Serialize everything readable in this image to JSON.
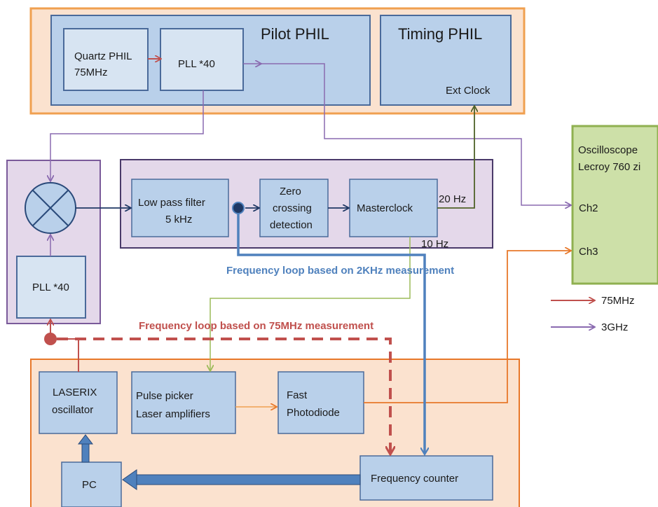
{
  "colors": {
    "orange_border": "#f0a050",
    "orange_fill": "#fbe2cf",
    "blue_border": "#4a6a9a",
    "blue_fill": "#b9d0ea",
    "light_blue_fill": "#d7e4f2",
    "purple_border": "#7a5a9a",
    "purple_fill": "#e4d8ea",
    "green_border": "#8fb050",
    "green_fill": "#cde0a8",
    "arrow_purple": "#8a6ab0",
    "arrow_red": "#c0504d",
    "arrow_blue": "#4f81bd",
    "arrow_orange": "#e8782a",
    "arrow_green": "#9bbb59",
    "arrow_dark_green": "#4f6228",
    "arrow_dark_blue": "#1f3864"
  },
  "pilot": {
    "title": "Pilot PHIL"
  },
  "quartz": {
    "line1": "Quartz PHIL",
    "line2": "75MHz"
  },
  "pll_top": {
    "label": "PLL *40"
  },
  "timing": {
    "title": "Timing PHIL",
    "ext_clock": "Ext Clock"
  },
  "pll_left": {
    "label": "PLL *40"
  },
  "lowpass": {
    "line1": "Low pass filter",
    "line2": "5 kHz"
  },
  "zero_crossing": {
    "line1": "Zero",
    "line2": "crossing",
    "line3": "detection"
  },
  "masterclock": {
    "label": "Masterclock",
    "out_20hz": "20 Hz",
    "out_10hz": "10 Hz"
  },
  "oscilloscope": {
    "line1": "Oscilloscope",
    "line2": "Lecroy 760 zi",
    "ch2": "Ch2",
    "ch3": "Ch3"
  },
  "legend": {
    "red": "75MHz",
    "purple": "3GHz"
  },
  "loops": {
    "blue_label": "Frequency loop based on 2KHz measurement",
    "red_label": "Frequency loop based on 75MHz measurement"
  },
  "laserix": {
    "line1": "LASERIX",
    "line2": "oscillator"
  },
  "pulse_picker": {
    "line1": "Pulse picker",
    "line2": "Laser amplifiers"
  },
  "photodiode": {
    "line1": "Fast",
    "line2": "Photodiode"
  },
  "pc": {
    "label": "PC"
  },
  "freq_counter": {
    "label": "Frequency counter"
  }
}
